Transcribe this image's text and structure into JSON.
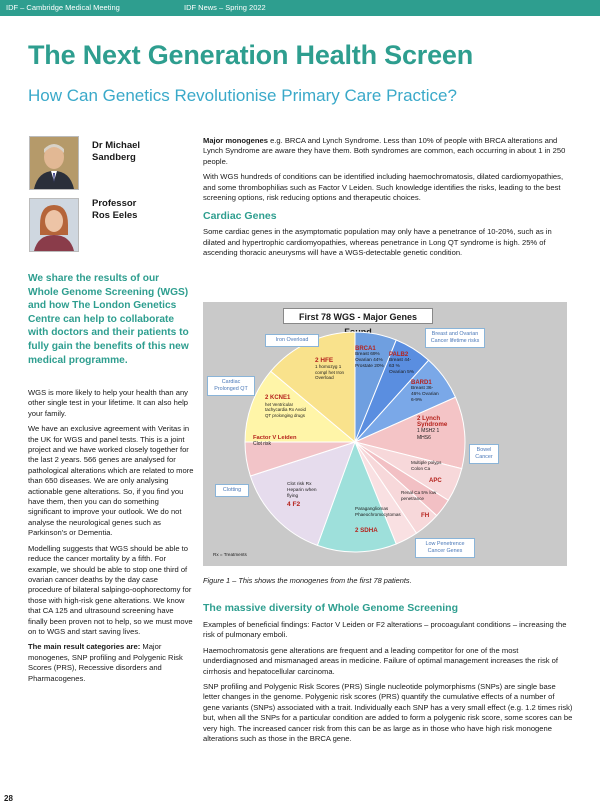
{
  "header": {
    "left": "IDF – Cambridge Medical Meeting",
    "right": "IDF News – Spring 2022"
  },
  "title": "The Next Generation Health Screen",
  "subtitle": "How Can Genetics Revolutionise Primary Care Practice?",
  "authors": [
    {
      "name_line1": "Dr Michael",
      "name_line2": "Sandberg"
    },
    {
      "name_line1": "Professor",
      "name_line2": "Ros Eeles"
    }
  ],
  "intro": "We share the results of our Whole Genome Screening (WGS) and how The London Genetics Centre can help to collaborate with doctors and their patients to fully gain the benefits of this new medical programme.",
  "left_paragraphs": [
    "WGS is more likely to help your health than any other single test in your lifetime. It can also help your family.",
    "We have an exclusive agreement with Veritas in the UK for WGS and panel tests. This is a joint project and we have worked closely together for the last 2 years. 566 genes are analysed for pathological alterations which are related to more than 650 diseases. We are only analysing actionable gene alterations. So, if you find you have them, then you can do something significant to improve your outlook. We do not analyse the neurological genes such as Parkinson's or Dementia.",
    "Modelling suggests that WGS should be able to reduce the cancer mortality by a fifth. For example, we should be able to stop one third of ovarian cancer deaths by the day case procedure of bilateral salpingo-oophorectomy for those with high-risk gene alterations. We know that CA 125 and ultrasound screening have finally been proven not to help, so we must move on to WGS and start saving lives."
  ],
  "left_final": {
    "bold": "The main result categories are:",
    "rest": " Major monogenes, SNP profiling and Polygenic Risk Scores (PRS), Recessive disorders and Pharmacogenes."
  },
  "right_top": {
    "p1_bold": "Major monogenes",
    "p1_rest": " e.g. BRCA and Lynch Syndrome. Less than 10% of people with BRCA alterations and Lynch Syndrome are aware they have them. Both syndromes are common, each occurring in about 1 in 250 people.",
    "p2": "With WGS hundreds of conditions can be identified including haemochromatosis, dilated cardiomyopathies, and some thrombophilias such as Factor V Leiden. Such knowledge identifies the risks, leading to the best screening options, risk reducing options and therapeutic choices."
  },
  "cardiac": {
    "heading": "Cardiac Genes",
    "p": "Some cardiac genes in the asymptomatic population may only have a penetrance of 10-20%, such as in dilated and hypertrophic cardiomyopathies, whereas penetrance in Long QT syndrome is high. 25% of ascending thoracic aneurysms will have a WGS-detectable genetic condition."
  },
  "figure": {
    "title": "First 78 WGS - Major Genes Found",
    "footnote": "Rx = Treatments",
    "caption": "Figure 1 – This shows the monogenes from the first 78 patients.",
    "callouts": {
      "iron": "Iron Overload",
      "breast": "Breast and Ovarian Cancer lifetime risks",
      "cardiac": "Cardiac Prolonged QT",
      "bowel": "Bowel Cancer",
      "clotting": "Clotting",
      "lowpen": "Low Penetrence Cancer Genes"
    },
    "slices": {
      "brca1": {
        "title": "BRCA1",
        "body": "Breast 69% Ovarian 44% Prostate 20%"
      },
      "palb2": {
        "title": "PALB2",
        "body": "Breast 44-63 % Ovarian 5%"
      },
      "bard1": {
        "title": "BARD1",
        "body": "Breast 36-46% Ovarian 6-9%"
      },
      "lynch": {
        "title": "2 Lynch Syndrome",
        "body": "1 MSH2 1 MHS6"
      },
      "polyps": {
        "title": "",
        "body": "Multiple polyps Colon Ca"
      },
      "apc": {
        "title": "APC",
        "body": ""
      },
      "renal": {
        "title": "",
        "body": "Renal Ca 5% low penetrance"
      },
      "fh": {
        "title": "FH",
        "body": ""
      },
      "sdha": {
        "title": "2 SDHA",
        "body": "Paragangliomas Phaeochromocytomas"
      },
      "f2": {
        "title": "4 F2",
        "body": "Clot risk Rx Heparin when flying"
      },
      "fvl": {
        "title": "Factor V Leiden",
        "body": "Clot risk"
      },
      "kcne1": {
        "title": "2 KCNE1",
        "body": "het Ventricular tachycardia Rx Avoid QT prolonging drugs"
      },
      "hfe": {
        "title": "2 HFE",
        "body": "1 homozyg 1 compl het Iron Overload"
      }
    }
  },
  "diversity": {
    "heading": "The massive diversity of Whole Genome Screening",
    "p1": "Examples of beneficial findings: Factor V Leiden or F2 alterations – procoagulant conditions – increasing the risk of pulmonary emboli.",
    "p2": "Haemochromatosis gene alterations are frequent and a leading competitor for one of the most underdiagnosed and mismanaged areas in medicine. Failure of optimal management increases the risk of cirrhosis and hepatocellular carcinoma.",
    "p3": "SNP profiling and Polygenic Risk Scores (PRS) Single nucleotide polymorphisms (SNPs) are single base letter changes in the genome. Polygenic risk scores (PRS) quantify the cumulative effects of a number of gene variants (SNPs) associated with a trait. Individually each SNP has a very small effect (e.g. 1.2 times risk) but, when all the SNPs for a particular condition are added to form a polygenic risk score, some scores can be very high. The increased cancer risk from this can be as large as in those who have high risk monogene alterations such as those in the BRCA gene."
  },
  "page_number": "28"
}
